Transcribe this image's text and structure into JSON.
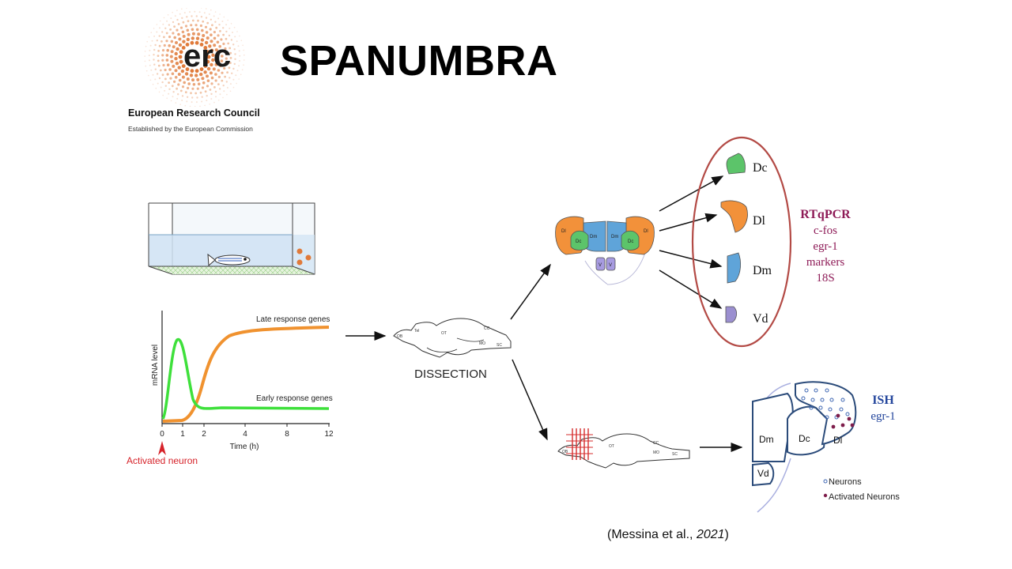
{
  "logo": {
    "acronym": "erc",
    "name": "European Research Council",
    "tagline": "Established by the European Commission"
  },
  "title": "SPANUMBRA",
  "graph": {
    "ylabel": "mRNA level",
    "xlabel": "Time (h)",
    "xticks": [
      "0",
      "1",
      "2",
      "4",
      "8",
      "12"
    ],
    "late_label": "Late response genes",
    "early_label": "Early response genes",
    "activated_label": "Activated neuron"
  },
  "dissection": {
    "label": "DISSECTION",
    "brain_labels": [
      "Tel",
      "OT",
      "CC",
      "OB",
      "MO",
      "SC"
    ]
  },
  "section": {
    "labels": [
      "Dl",
      "Dc",
      "Dm",
      "Dm",
      "Dc",
      "Dl",
      "V",
      "V"
    ]
  },
  "regions": [
    {
      "name": "Dc",
      "color": "#5cc46a"
    },
    {
      "name": "Dl",
      "color": "#f2913a"
    },
    {
      "name": "Dm",
      "color": "#5fa4d9"
    },
    {
      "name": "Vd",
      "color": "#9b8fd0"
    }
  ],
  "rtqpcr": {
    "title": "RTqPCR",
    "items": [
      "c-fos",
      "egr-1",
      "markers",
      "18S"
    ]
  },
  "ish": {
    "title": "ISH",
    "gene": "egr-1",
    "labels": [
      "Dm",
      "Dc",
      "Dl",
      "Vd"
    ],
    "legend_neurons": "Neurons",
    "legend_activated": "Activated Neurons"
  },
  "citation": {
    "prefix": "(Messina et al., ",
    "year": "2021",
    "suffix": ")"
  }
}
